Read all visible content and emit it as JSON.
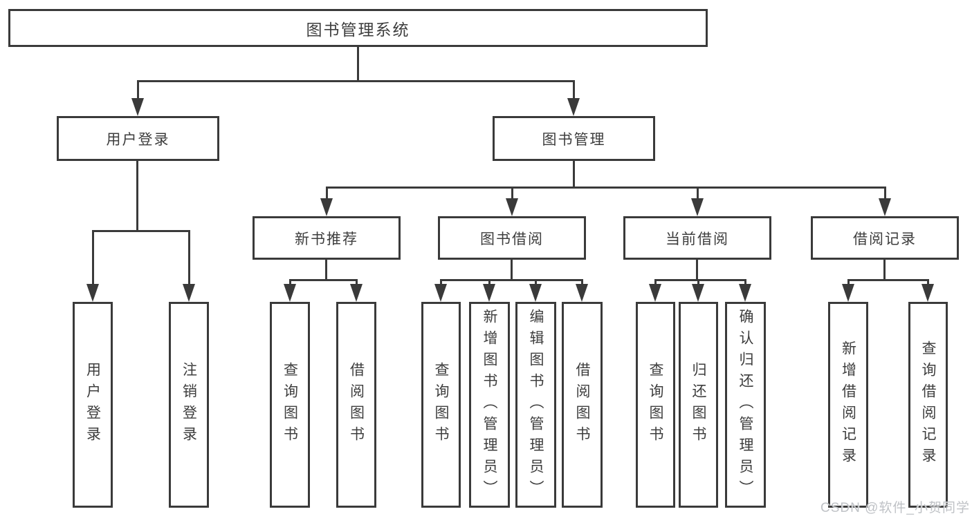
{
  "tree": {
    "label": "图书管理系统",
    "children": [
      {
        "label": "用户登录",
        "children": [
          {
            "label": "用户登录"
          },
          {
            "label": "注销登录"
          }
        ]
      },
      {
        "label": "图书管理",
        "children": [
          {
            "label": "新书推荐",
            "children": [
              {
                "label": "查询图书"
              },
              {
                "label": "借阅图书"
              }
            ]
          },
          {
            "label": "图书借阅",
            "children": [
              {
                "label": "查询图书"
              },
              {
                "label": "新增图书（管理员）"
              },
              {
                "label": "编辑图书（管理员）"
              },
              {
                "label": "借阅图书"
              }
            ]
          },
          {
            "label": "当前借阅",
            "children": [
              {
                "label": "查询图书"
              },
              {
                "label": "归还图书"
              },
              {
                "label": "确认归还（管理员）"
              }
            ]
          },
          {
            "label": "借阅记录",
            "children": [
              {
                "label": "新增借阅记录"
              },
              {
                "label": "查询借阅记录"
              }
            ]
          }
        ]
      }
    ]
  },
  "watermark": "CSDN @软件_小贺同学",
  "colors": {
    "line": "#3a3a3a",
    "text": "#3d3d3d",
    "bg": "#ffffff",
    "wm": "#bfc2c6"
  }
}
